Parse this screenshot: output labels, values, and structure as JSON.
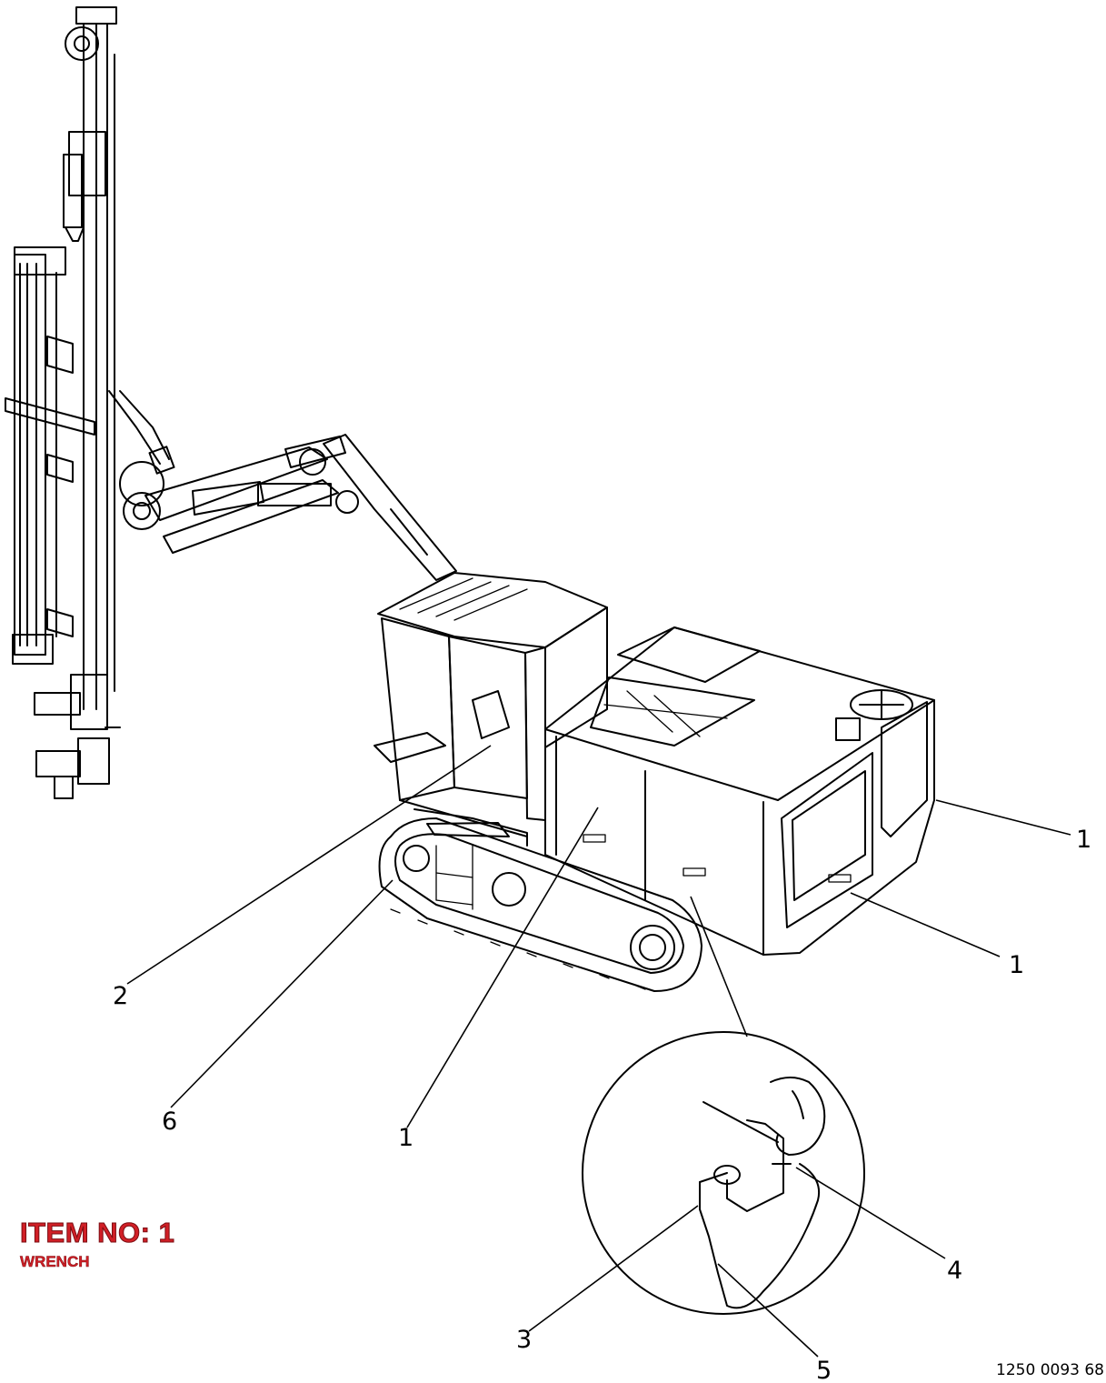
{
  "item": {
    "title": "ITEM NO: 1",
    "name": "WRENCH"
  },
  "drawing_number": "1250 0093 68",
  "callouts": {
    "c1_right": "1",
    "c1_lower_right": "1",
    "c1_center": "1",
    "c2": "2",
    "c3": "3",
    "c4": "4",
    "c5": "5",
    "c6": "6"
  },
  "colors": {
    "line": "#000000",
    "item_label": "#d11f26"
  }
}
